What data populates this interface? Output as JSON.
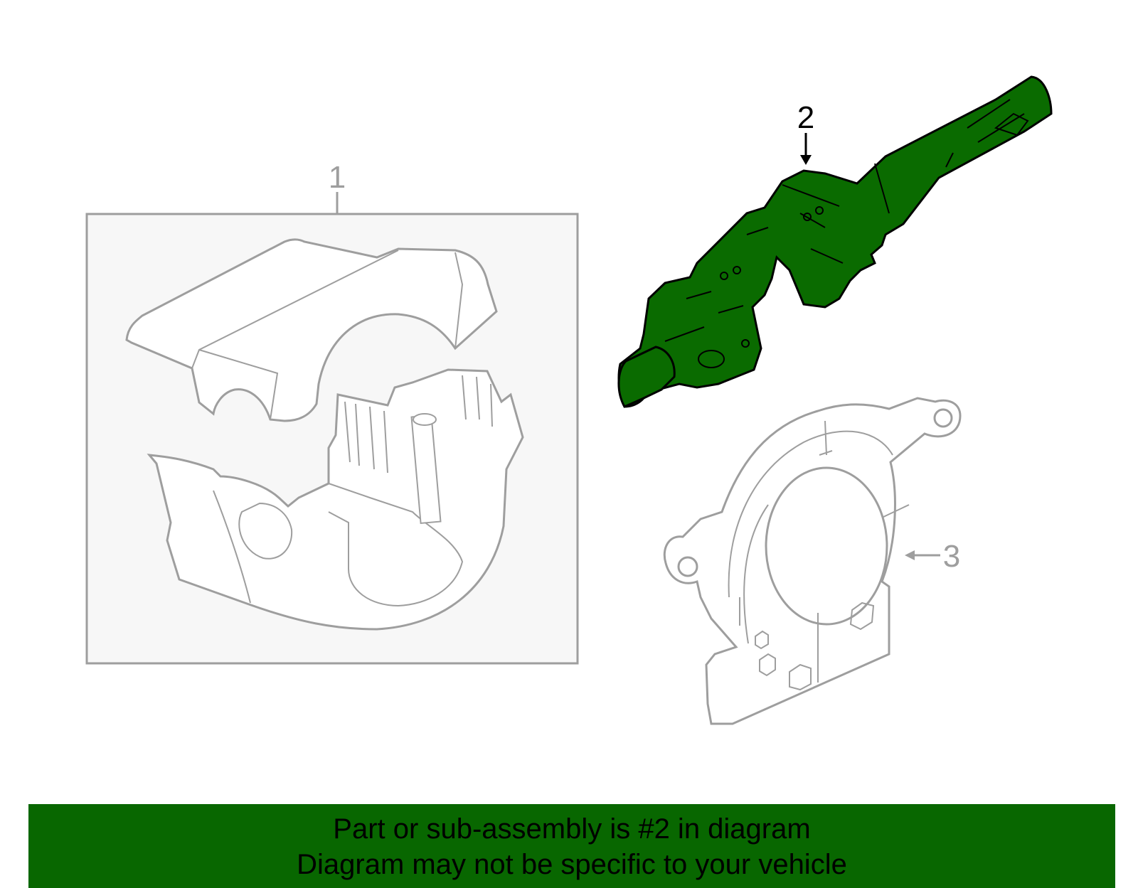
{
  "diagram": {
    "callouts": [
      {
        "id": "1",
        "label": "1"
      },
      {
        "id": "2",
        "label": "2"
      },
      {
        "id": "3",
        "label": "3"
      }
    ],
    "highlighted_callout": "2",
    "colors": {
      "highlight_fill": "#0a6b00",
      "outline_gray": "#9e9e9e",
      "panel_fill": "#f7f7f7"
    }
  },
  "banner": {
    "line1": "Part or sub-assembly is #2 in diagram",
    "line2": "Diagram may not be specific to your vehicle",
    "background": "#086700"
  }
}
